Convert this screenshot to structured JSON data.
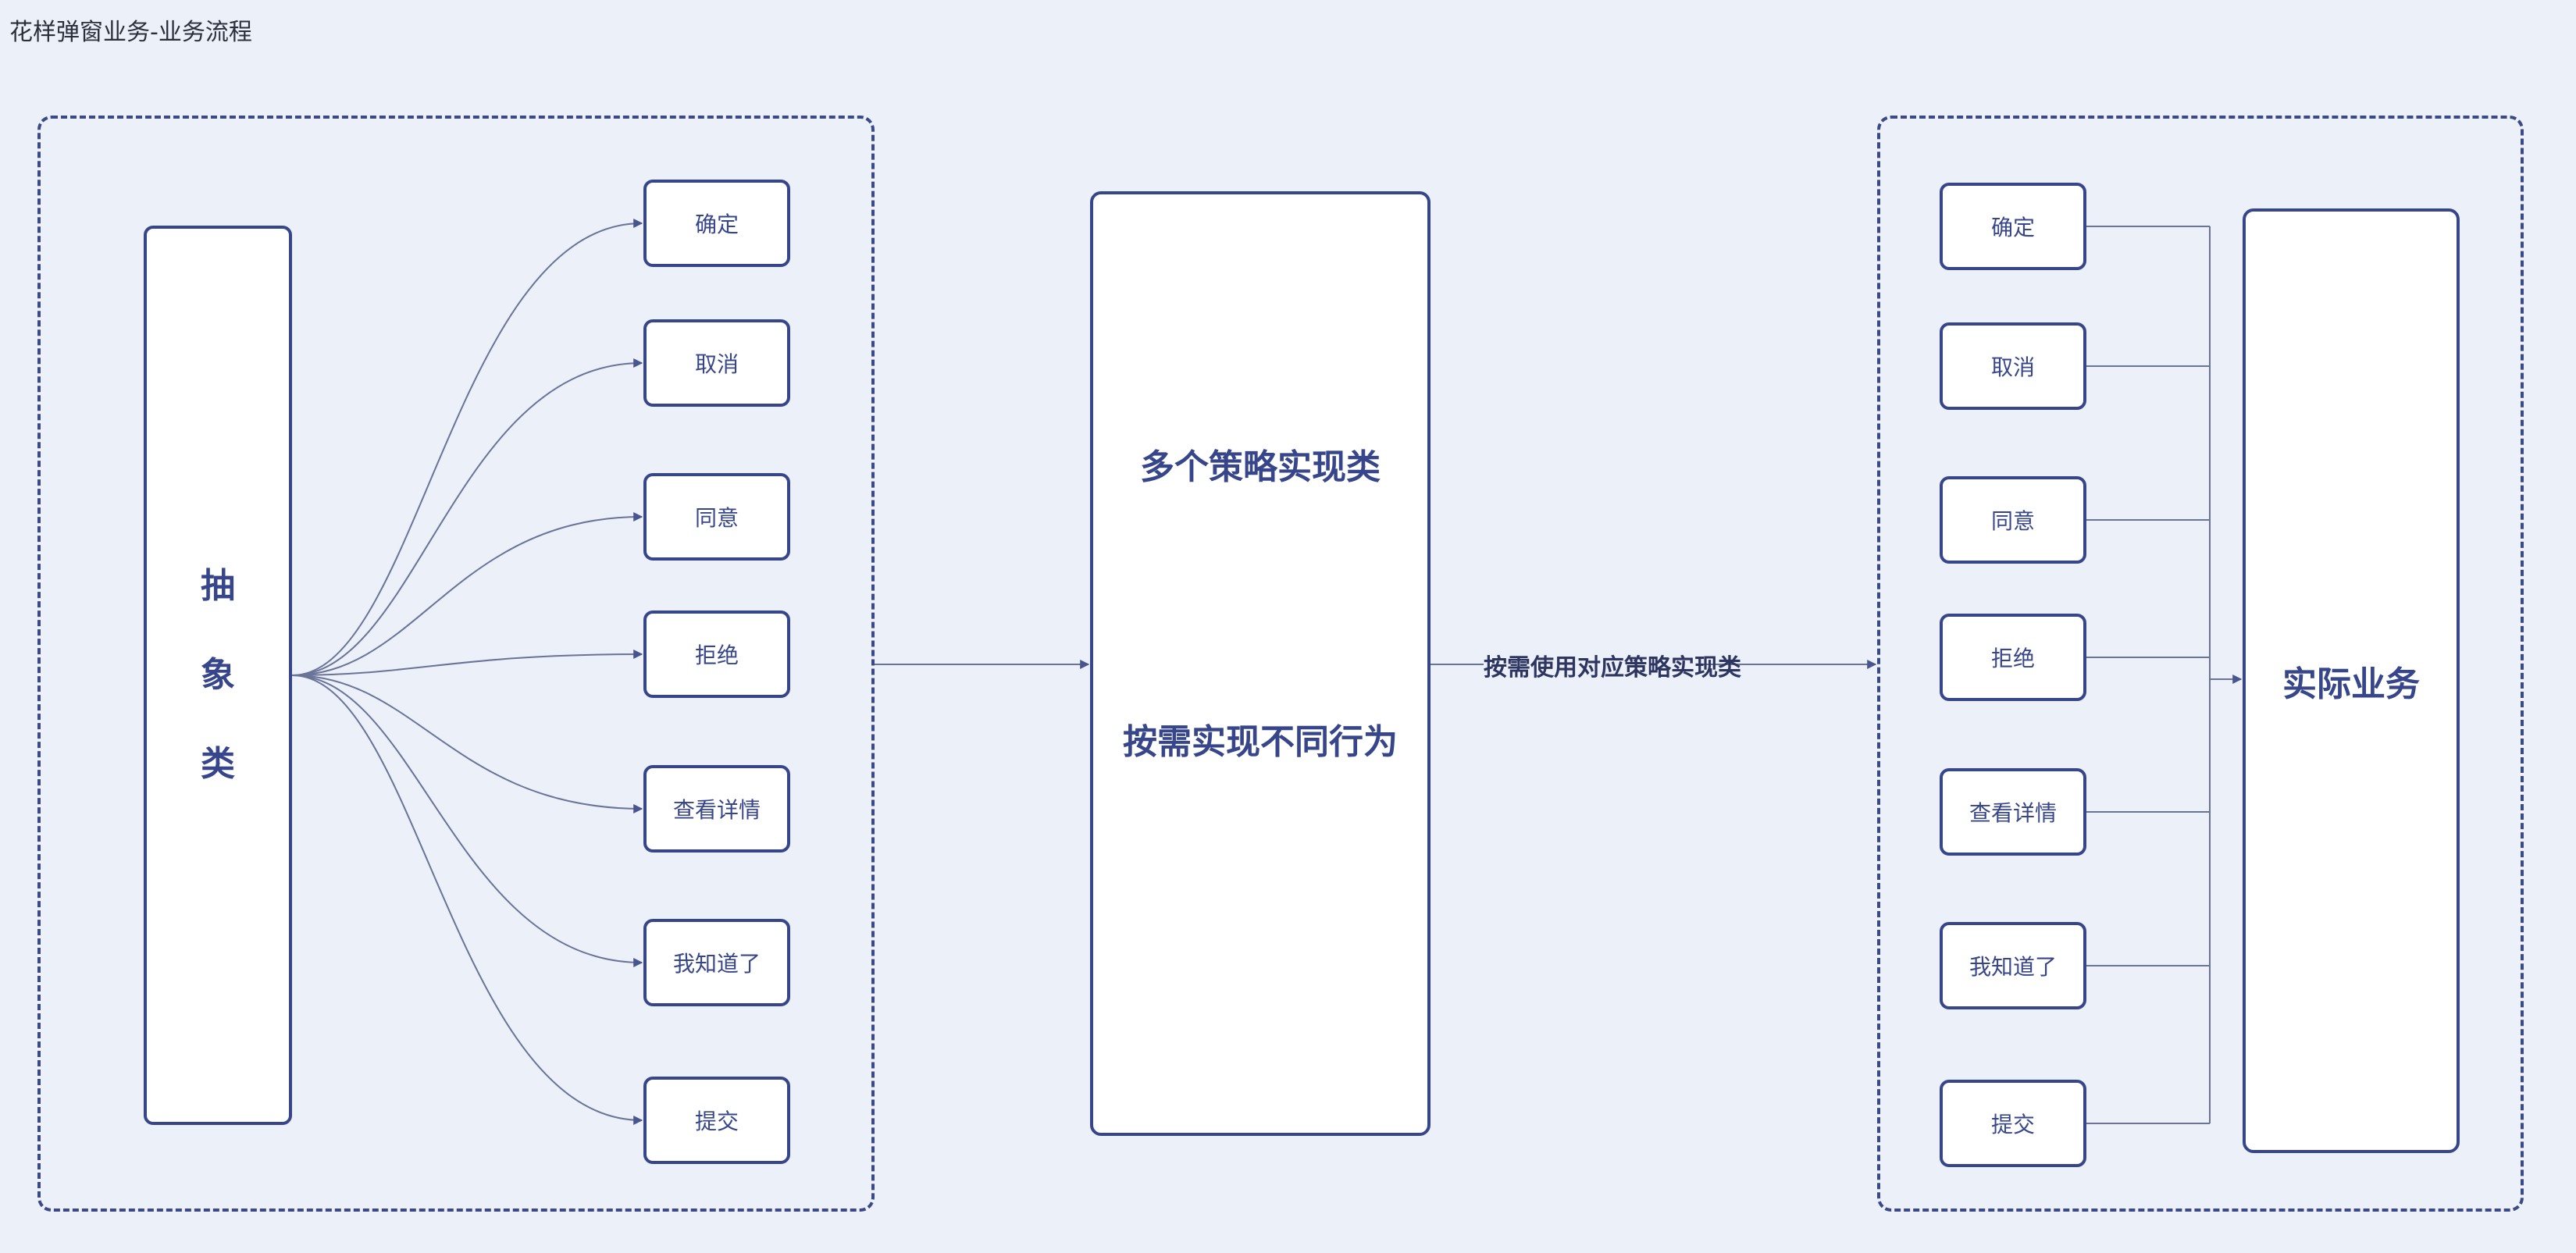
{
  "title": "花样弹窗业务-业务流程",
  "abstract_chars": [
    "抽",
    "象",
    "类"
  ],
  "actions": [
    "确定",
    "取消",
    "同意",
    "拒绝",
    "查看详情",
    "我知道了",
    "提交"
  ],
  "strategy": {
    "line1": "多个策略实现类",
    "line2": "按需实现不同行为"
  },
  "edge_label": "按需使用对应策略实现类",
  "business": "实际业务",
  "colors": {
    "background": "#ebf0f9",
    "stroke": "#37468a",
    "connector": "#6b7398"
  }
}
